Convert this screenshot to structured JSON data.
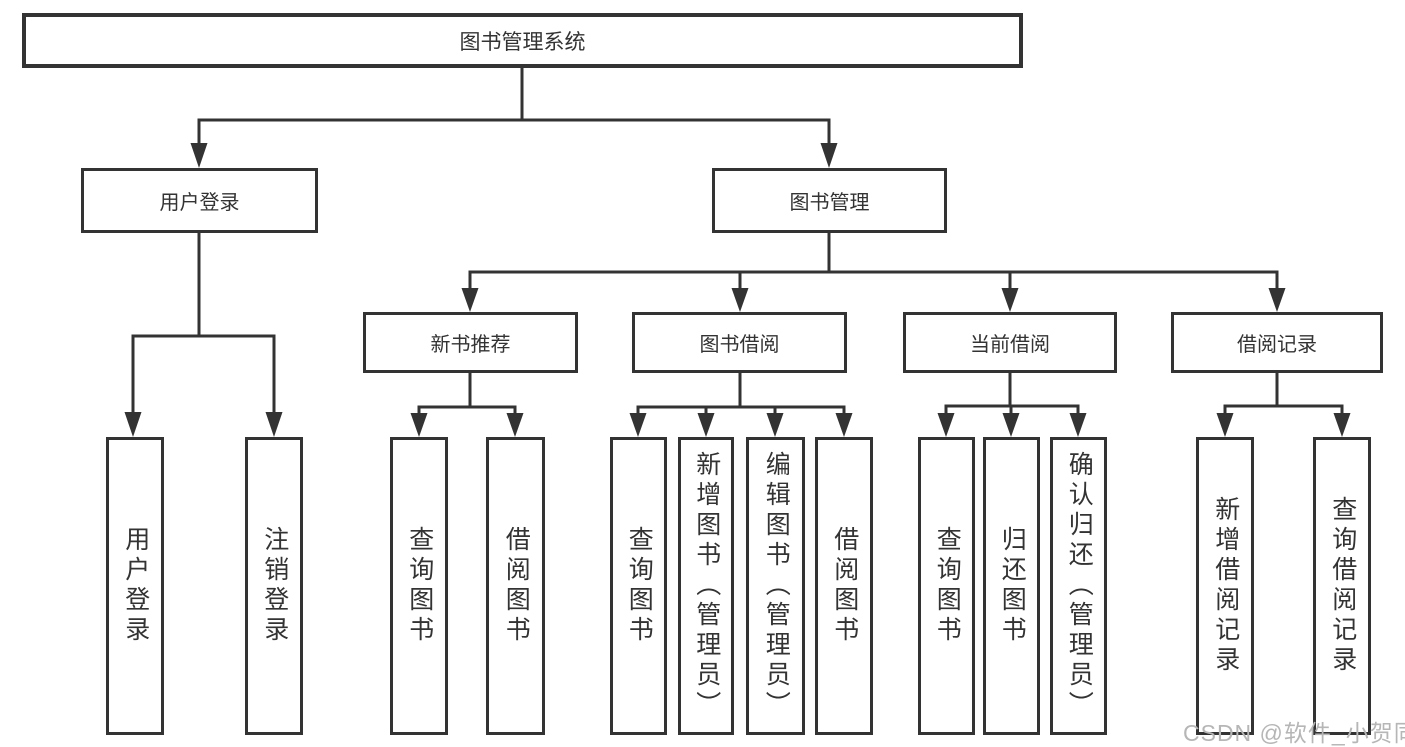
{
  "tree": {
    "root": {
      "label": "图书管理系统"
    },
    "branches": [
      {
        "label": "用户登录",
        "children": [
          {
            "label": "用户登录"
          },
          {
            "label": "注销登录"
          }
        ]
      },
      {
        "label": "图书管理",
        "groups": [
          {
            "label": "新书推荐",
            "children": [
              {
                "label": "查询图书"
              },
              {
                "label": "借阅图书"
              }
            ]
          },
          {
            "label": "图书借阅",
            "children": [
              {
                "label": "查询图书"
              },
              {
                "label": "新增图书（管理员）"
              },
              {
                "label": "编辑图书（管理员）"
              },
              {
                "label": "借阅图书"
              }
            ]
          },
          {
            "label": "当前借阅",
            "children": [
              {
                "label": "查询图书"
              },
              {
                "label": "归还图书"
              },
              {
                "label": "确认归还（管理员）"
              }
            ]
          },
          {
            "label": "借阅记录",
            "children": [
              {
                "label": "新增借阅记录"
              },
              {
                "label": "查询借阅记录"
              }
            ]
          }
        ]
      }
    ]
  },
  "watermark": {
    "text": "CSDN @软件_小贺同学"
  },
  "colors": {
    "line": "#333333",
    "box_border": "#333333",
    "text": "#333333",
    "watermark": "#b6b6b6",
    "background": "#ffffff"
  }
}
